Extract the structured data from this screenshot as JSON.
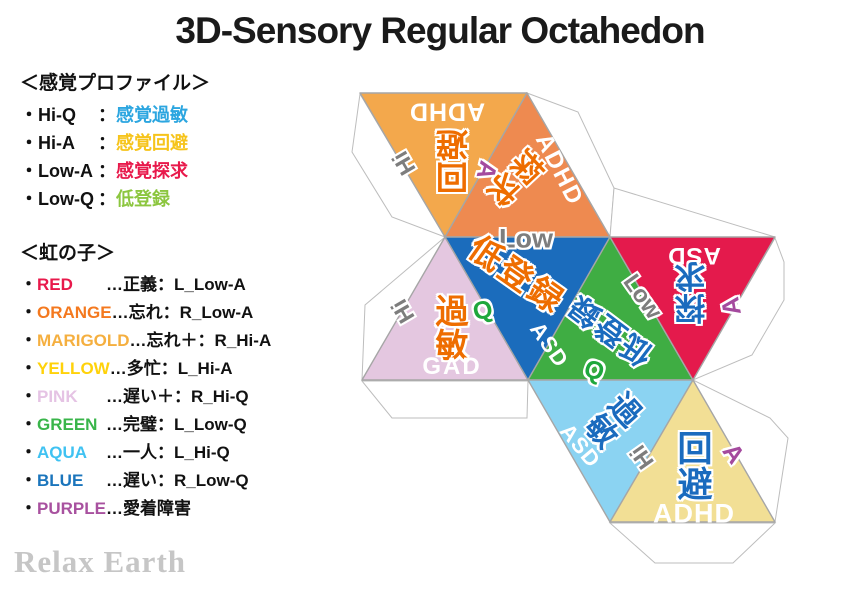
{
  "title": "3D-Sensory Regular Octahedon",
  "watermark": "Relax Earth",
  "sensory_profile": {
    "heading": "＜感覚プロファイル＞",
    "items": [
      {
        "key": "・Hi-Q",
        "sep": "：",
        "value": "感覚過敏",
        "color": "#2CA6E0"
      },
      {
        "key": "・Hi-A",
        "sep": "：",
        "value": "感覚回避",
        "color": "#F6C41B"
      },
      {
        "key": "・Low-A",
        "sep": "：",
        "value": "感覚探求",
        "color": "#E8194B"
      },
      {
        "key": "・Low-Q",
        "sep": "：",
        "value": "低登録",
        "color": "#8CC63F"
      }
    ]
  },
  "rainbow": {
    "heading": "＜虹の子＞",
    "bullet": "・",
    "items": [
      {
        "name": "RED",
        "color": "#E8194B",
        "desc": "…正義：L_Low-A"
      },
      {
        "name": "ORANGE",
        "color": "#F4791F",
        "desc": "…忘れ：R_Low-A"
      },
      {
        "name": "MARIGOLD",
        "color": "#F5AF3F",
        "desc": "…忘れ＋：R_Hi-A"
      },
      {
        "name": "YELLOW",
        "color": "#FFD20A",
        "desc": "…多忙：L_Hi-A"
      },
      {
        "name": "PINK",
        "color": "#E5C3E4",
        "desc": "…遅い＋：R_Hi-Q"
      },
      {
        "name": "GREEN",
        "color": "#39B54A",
        "desc": "…完璧：L_Low-Q"
      },
      {
        "name": "AQUA",
        "color": "#3FC2F2",
        "desc": "…一人：L_Hi-Q"
      },
      {
        "name": "BLUE",
        "color": "#1B75BC",
        "desc": "…遅い：R_Low-Q"
      },
      {
        "name": "PURPLE",
        "color": "#A8519F",
        "desc": "…愛着障害"
      }
    ]
  },
  "net": {
    "faces": [
      {
        "face": "marigold-avoidance",
        "color": "#F3A84C"
      },
      {
        "face": "orange-seeking",
        "color": "#EE8A50"
      },
      {
        "face": "pink-sensitivity-gad",
        "color": "#E4C7E0"
      },
      {
        "face": "blue-low-registration",
        "color": "#1B6CBC"
      },
      {
        "face": "green-low-registration",
        "color": "#3FAD43"
      },
      {
        "face": "red-seeking-asd",
        "color": "#E41A4C"
      },
      {
        "face": "skyblue-sensitivity-asd",
        "color": "#8BD3F2"
      },
      {
        "face": "yellow-avoidance-adhd",
        "color": "#F2DF95"
      }
    ],
    "texts": {
      "mg_adhd": {
        "t": "ADHD",
        "c": "#FFFFFF"
      },
      "mg_kanji": {
        "t": "回避",
        "c": "#EE6D00"
      },
      "mg_hi": {
        "t": "Hi",
        "c": "#7D7D7D"
      },
      "or_a": {
        "t": "A",
        "c": "#A44A9E"
      },
      "or_kanji": {
        "t": "探求",
        "c": "#EE6D00"
      },
      "or_adhd": {
        "t": "ADHD",
        "c": "#FFFFFF"
      },
      "low_top": {
        "t": "Low",
        "c": "#7D7D7D"
      },
      "bl_kanji": {
        "t": "低登録",
        "c": "#EE6D00"
      },
      "bl_q": {
        "t": "Q",
        "c": "#1FA73C"
      },
      "mid_asd": {
        "t": "ASD",
        "c": "#FFFFFF"
      },
      "gr_kanji": {
        "t": "低登録",
        "c": "#1A6BBE"
      },
      "mid_low": {
        "t": "Low",
        "c": "#7D7D7D"
      },
      "gr_q": {
        "t": "Q",
        "c": "#1FA73C"
      },
      "rd_asd": {
        "t": "ASD",
        "c": "#FFFFFF"
      },
      "rd_kanji": {
        "t": "探求",
        "c": "#1A6BBE"
      },
      "rd_a": {
        "t": "A",
        "c": "#A44A9E"
      },
      "pk_hi": {
        "t": "Hi",
        "c": "#7D7D7D"
      },
      "pk_kanji": {
        "t": "過敏",
        "c": "#EE6D00"
      },
      "pk_gad": {
        "t": "GAD",
        "c": "#FFFFFF"
      },
      "lb_kanji": {
        "t": "過敏",
        "c": "#1A6BBE"
      },
      "lb_asd": {
        "t": "ASD",
        "c": "#FFFFFF"
      },
      "lb_hi": {
        "t": "Hi",
        "c": "#7D7D7D"
      },
      "yl_kanji": {
        "t": "回避",
        "c": "#1A6BBE"
      },
      "yl_adhd": {
        "t": "ADHD",
        "c": "#FFFFFF"
      },
      "yl_a": {
        "t": "A",
        "c": "#A44A9E"
      }
    }
  }
}
